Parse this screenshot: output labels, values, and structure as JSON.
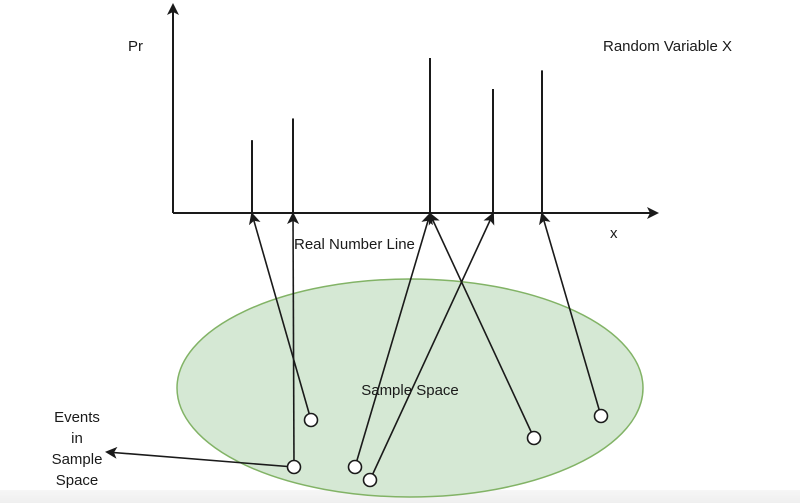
{
  "title": "Random Variable X",
  "axes": {
    "y_label": "Pr",
    "x_label": "x",
    "line_label": "Real Number Line"
  },
  "sample_space": {
    "label": "Sample Space",
    "fill": "#d5e8d4",
    "stroke": "#82b366"
  },
  "events_label": [
    "Events",
    "in",
    "Sample",
    "Space"
  ],
  "colors": {
    "line": "#1a1a1a",
    "background": "#ffffff"
  },
  "spikes": [
    {
      "id": "x1",
      "relative_probability": 0.47
    },
    {
      "id": "x2",
      "relative_probability": 0.61
    },
    {
      "id": "x3",
      "relative_probability": 1.0
    },
    {
      "id": "x4",
      "relative_probability": 0.8
    },
    {
      "id": "x5",
      "relative_probability": 0.92
    }
  ],
  "events": [
    {
      "id": "e1",
      "maps_to": "x1"
    },
    {
      "id": "e2",
      "maps_to": "x2"
    },
    {
      "id": "e3",
      "maps_to": "x3"
    },
    {
      "id": "e4",
      "maps_to": "x4"
    },
    {
      "id": "e5",
      "maps_to": "x3"
    },
    {
      "id": "e6",
      "maps_to": "x5"
    }
  ],
  "events_label_points_to": "e2"
}
